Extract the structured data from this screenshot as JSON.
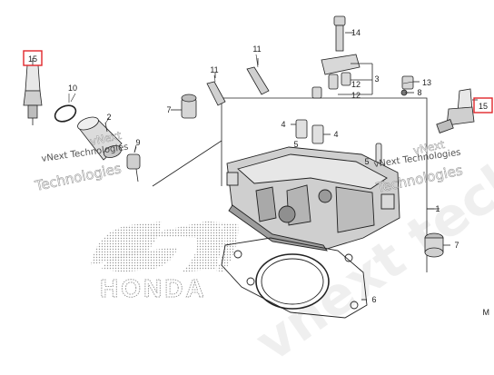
{
  "callouts": {
    "c1": "1",
    "c2": "2",
    "c3": "3",
    "c4a": "4",
    "c4b": "4",
    "c5a": "5",
    "c5b": "5",
    "c6": "6",
    "c7a": "7",
    "c7b": "7",
    "c8": "8",
    "c9": "9",
    "c10": "10",
    "c11a": "11",
    "c11b": "11",
    "c12a": "12",
    "c12b": "12",
    "c13": "13",
    "c14": "14",
    "c15a": "15",
    "c15b": "15"
  },
  "watermarks": {
    "left_line1": "vNext",
    "left_line2": "vNext Technologies",
    "left_line3": "Technologies",
    "right_line1": "vNext",
    "right_line2": "vNext Technologies",
    "right_line3": "Technologies",
    "diagonal": "vnext tech"
  },
  "logo": {
    "brand": "HONDA"
  },
  "corner_mark": "M",
  "colors": {
    "highlight_box": "#e1262b",
    "line": "#222222"
  }
}
